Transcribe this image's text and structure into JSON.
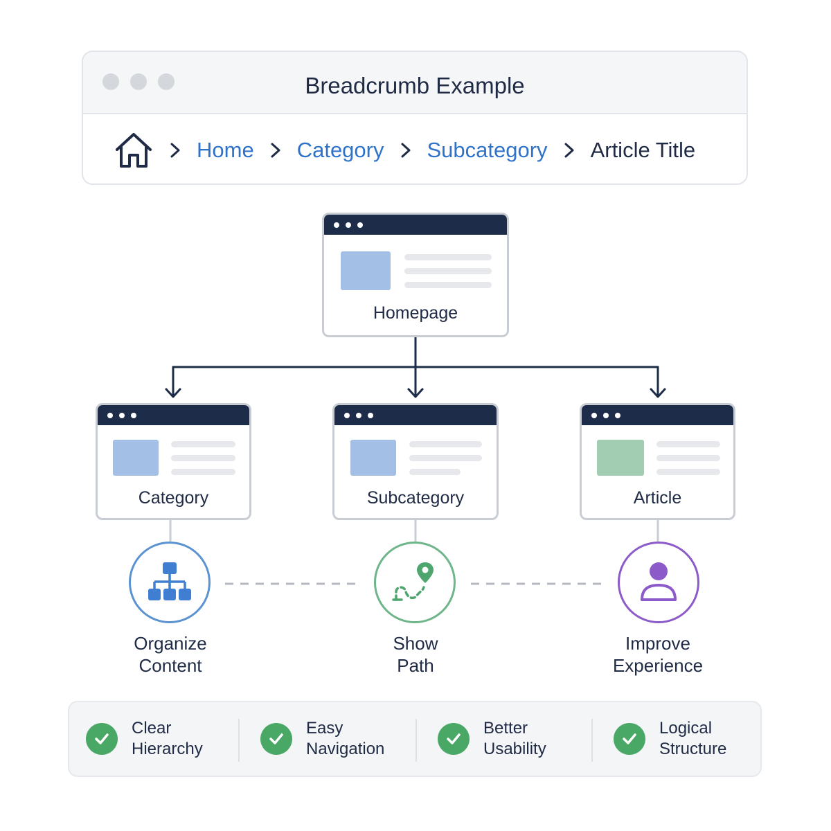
{
  "browser": {
    "title": "Breadcrumb Example",
    "breadcrumb": {
      "home_icon": "home-icon",
      "separator_icon": "chevron-right-icon",
      "items": [
        "Home",
        "Category",
        "Subcategory"
      ],
      "current": "Article Title"
    }
  },
  "hierarchy": {
    "root": {
      "label": "Homepage"
    },
    "children": [
      {
        "label": "Category"
      },
      {
        "label": "Subcategory"
      },
      {
        "label": "Article"
      }
    ]
  },
  "benefits": [
    {
      "icon": "sitemap-icon",
      "line1": "Organize",
      "line2": "Content",
      "color": "#5b93d1"
    },
    {
      "icon": "route-icon",
      "line1": "Show",
      "line2": "Path",
      "color": "#6fb58a"
    },
    {
      "icon": "user-icon",
      "line1": "Improve",
      "line2": "Experience",
      "color": "#8c5bc9"
    }
  ],
  "features": [
    {
      "line1": "Clear",
      "line2": "Hierarchy"
    },
    {
      "line1": "Easy",
      "line2": "Navigation"
    },
    {
      "line1": "Better",
      "line2": "Usability"
    },
    {
      "line1": "Logical",
      "line2": "Structure"
    }
  ],
  "colors": {
    "link": "#2f73c9",
    "navy": "#1c2c49",
    "check": "#4aa866"
  }
}
